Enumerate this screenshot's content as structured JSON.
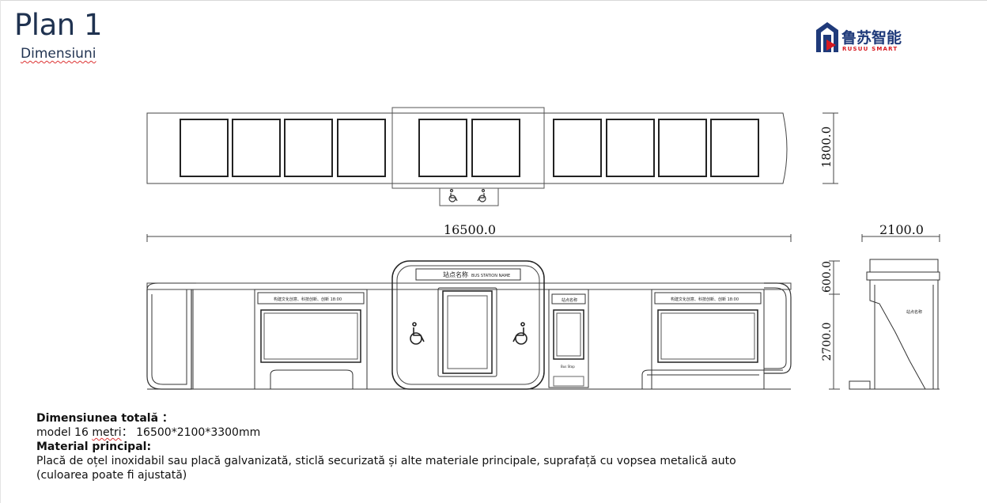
{
  "header": {
    "title": "Plan 1",
    "subtitle": "Dimensiuni"
  },
  "logo": {
    "cn_text": "鲁苏智能",
    "en_text": "RUSUU SMART",
    "color": "#1f3a7a",
    "accent": "#d71920"
  },
  "dimensions": {
    "plan_depth": "1800.0",
    "total_length": "16500.0",
    "side_width": "2100.0",
    "roof_height": "600.0",
    "wall_height": "2700.0"
  },
  "drawing_labels": {
    "station_name_cn": "站点名称",
    "station_name_en": "BUS STATION NAME",
    "banner_text": "构建文化创意、科技创新、创新 18:00",
    "totem_cn": "站点名称",
    "totem_en": "Bus Stop"
  },
  "notes": {
    "total_label": "Dimensiunea totală ：",
    "model_prefix": "model 16 ",
    "model_underlined": "metri",
    "model_suffix": "： 16500*2100*3300mm",
    "material_label": "Material principal:",
    "material_line1": "Placă de oțel inoxidabil sau placă galvanizată, sticlă securizată și alte materiale principale, suprafață cu vopsea metalică auto",
    "material_line2": "(culoarea poate fi ajustată)"
  }
}
